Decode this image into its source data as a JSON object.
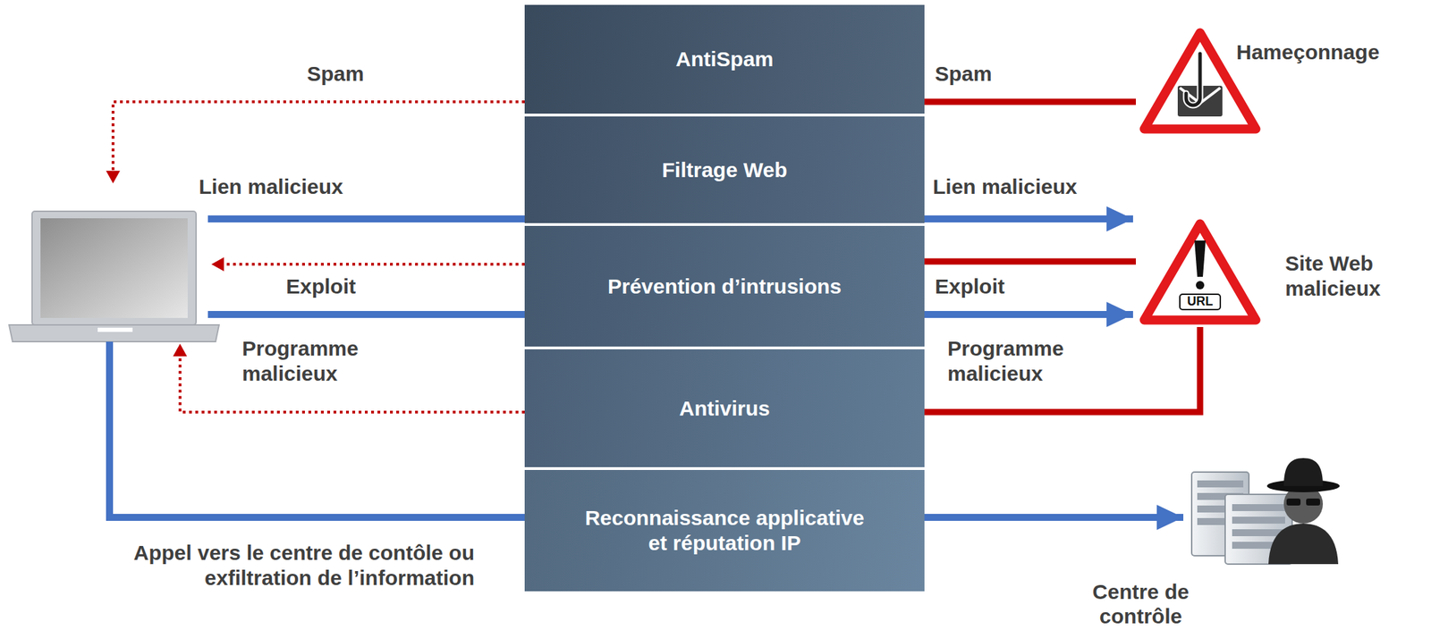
{
  "diagram": {
    "nodes": [
      {
        "text": [
          "AntiSpam"
        ]
      },
      {
        "text": [
          "Filtrage Web"
        ]
      },
      {
        "text": [
          "Prévention d’intrusions"
        ]
      },
      {
        "text": [
          "Antivirus"
        ]
      },
      {
        "text": [
          "Reconnaissance applicative et réputation IP"
        ]
      },
      {
        "text": [
          "Hameçonnage"
        ]
      },
      {
        "text": [
          "Site Web malicieux",
          "URL"
        ]
      },
      {
        "text": [
          "Centre de contrôle"
        ]
      }
    ],
    "edges": [
      {
        "from": 5,
        "to": 0,
        "arrow": "none",
        "label": "Spam"
      },
      {
        "from": 1,
        "to": 6,
        "arrow": "to",
        "label": "Lien malicieux"
      },
      {
        "from": 6,
        "to": 2,
        "arrow": "none"
      },
      {
        "from": 2,
        "to": 6,
        "arrow": "to",
        "label": "Exploit"
      },
      {
        "from": 6,
        "to": 3,
        "arrow": "none",
        "label": "Programme malicieux"
      },
      {
        "from": 4,
        "to": 7,
        "arrow": "to"
      }
    ],
    "labels": [
      "Spam",
      "Lien malicieux",
      "Exploit",
      "Programme malicieux",
      "Appel vers le centre de contôle ou exfiltration de l’information"
    ]
  }
}
